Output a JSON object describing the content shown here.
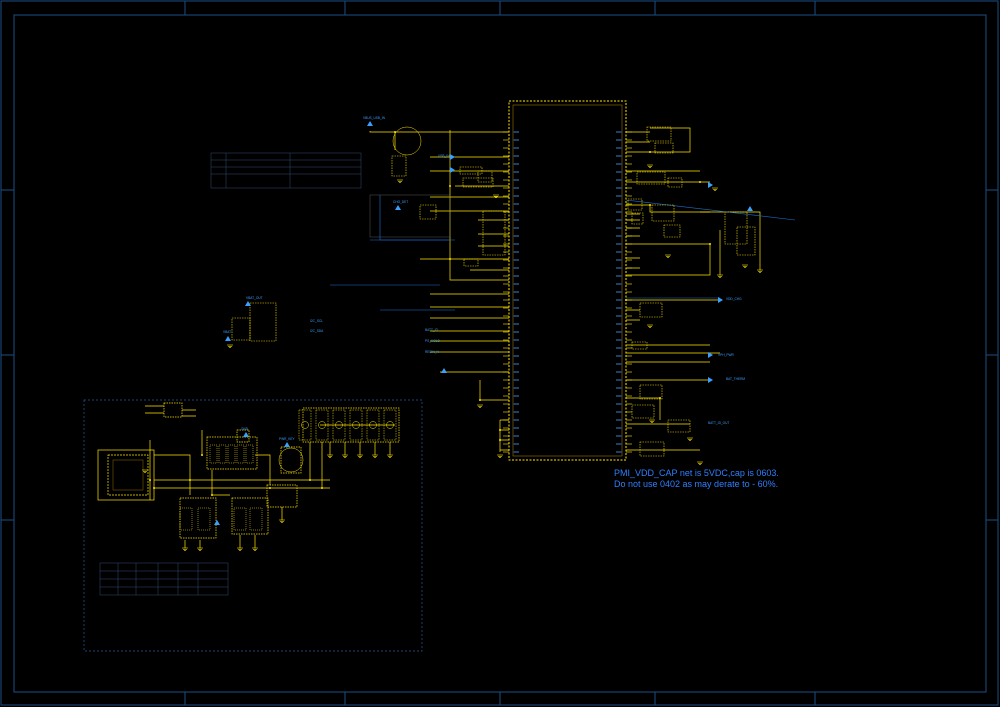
{
  "colors": {
    "background": "#000000",
    "border": "#1b4f86",
    "wire": "#ffe600",
    "component": "#ffe600",
    "label": "#3aa0ff",
    "note": "#2f7fff",
    "pin": "#ff4040"
  },
  "notes": {
    "cap_line1": "PMI_VDD_CAP net is 5VDC,cap is 0603.",
    "cap_line2": "Do not use 0402 as may derate to - 60%."
  },
  "labels": {
    "usb_top": "VBUS_USB_IN",
    "chg_det": "CHG_DET",
    "batt_out": "VBAT_OUT",
    "pwr_key": "PWR_KEY",
    "vbat_top": "VBAT",
    "gnd": "GND",
    "i2c_scl": "I2C_SCL",
    "i2c_sda": "I2C_SDA",
    "bat_therm": "BAT_THERM",
    "vph_pwr": "VPH_PWR",
    "vdd_chg": "VDD_CHG",
    "batt_id": "BATT_ID",
    "usb_in": "USB_IN",
    "ps_hold": "PS_HOLD",
    "resin": "RESIN_N",
    "bat_id_out": "BATT_ID_OUT"
  }
}
